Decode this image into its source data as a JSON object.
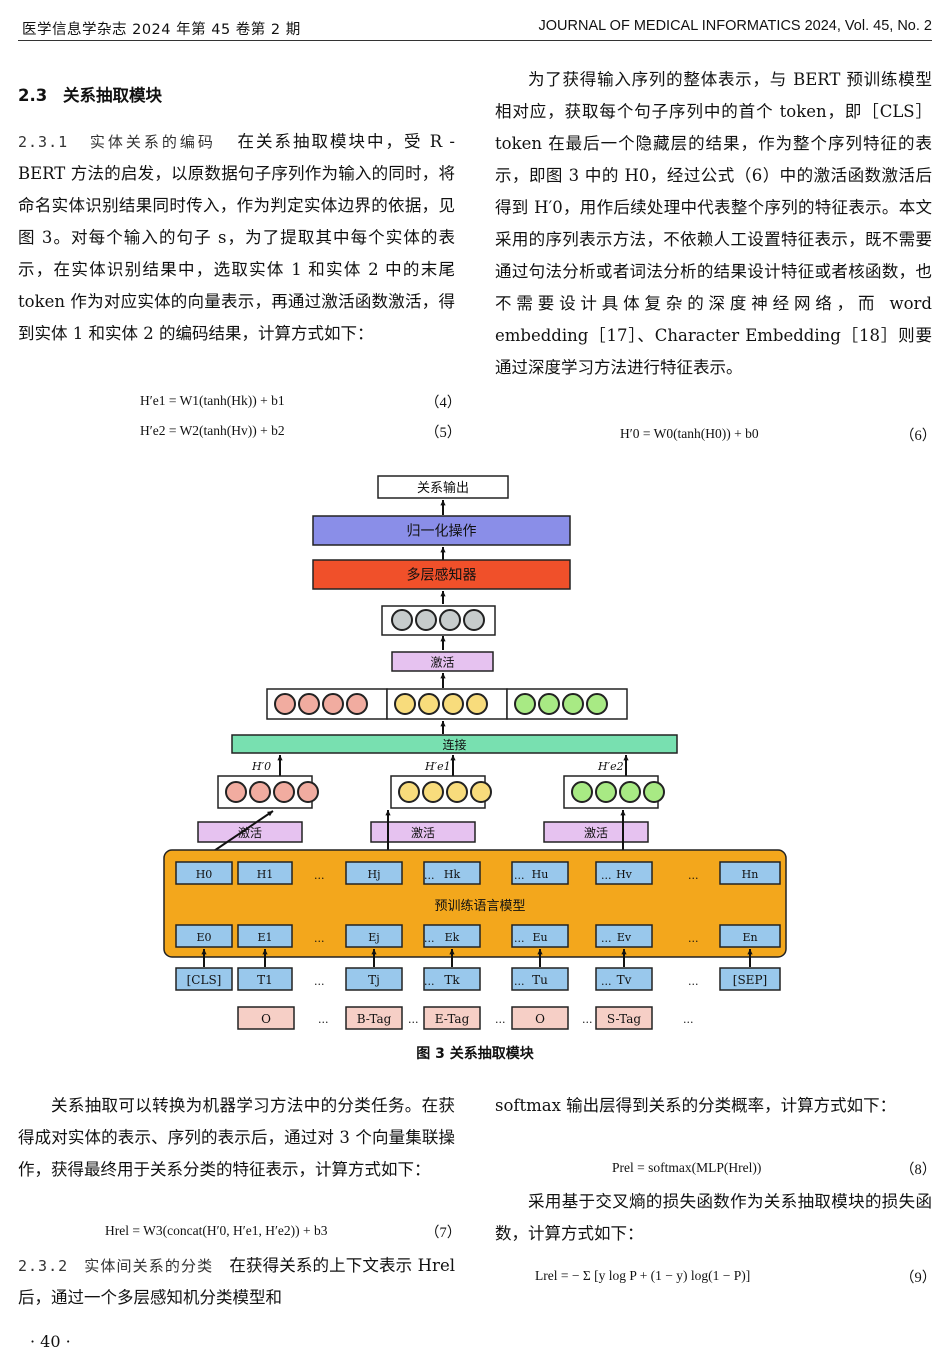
{
  "header": {
    "left": "医学信息学杂志   2024 年第 45 卷第 2 期",
    "right": "JOURNAL OF MEDICAL INFORMATICS   2024, Vol. 45, No. 2"
  },
  "section": {
    "number": "2.3",
    "title": "关系抽取模块"
  },
  "left_col": {
    "sub1_num": "2.3.1",
    "sub1_title": "实体关系的编码",
    "sub1_text": "在关系抽取模块中，受 R - BERT 方法的启发，以原数据句子序列作为输入的同时，将命名实体识别结果同时传入，作为判定实体边界的依据，见图 3。对每个输入的句子 s，为了提取其中每个实体的表示，在实体识别结果中，选取实体 1 和实体 2 中的末尾 token 作为对应实体的向量表示，再通过激活函数激活，得到实体 1 和实体 2 的编码结果，计算方式如下：",
    "eq4": "H′e1 = W1(tanh(Hk)) + b1",
    "eq4_num": "（4）",
    "eq5": "H′e2 = W2(tanh(Hv)) + b2",
    "eq5_num": "（5）"
  },
  "right_col": {
    "text": "为了获得输入序列的整体表示，与 BERT 预训练模型相对应，获取每个句子序列中的首个 token，即［CLS］token 在最后一个隐藏层的结果，作为整个序列特征的表示，即图 3 中的 H0，经过公式（6）中的激活函数激活后得到 H′0，用作后续处理中代表整个序列的特征表示。本文采用的序列表示方法，不依赖人工设置特征表示，既不需要通过句法分析或者词法分析的结果设计特征或者核函数，也不需要设计具体复杂的深度神经网络，而 word embedding［17］、Character Embedding［18］则要通过深度学习方法进行特征表示。",
    "eq6": "H′0 = W0(tanh(H0)) + b0",
    "eq6_num": "（6）"
  },
  "figure": {
    "caption": "图 3   关系抽取模块",
    "output": "关系输出",
    "normalize": "归一化操作",
    "mlp": "多层感知器",
    "activate": "激活",
    "concat": "连接",
    "plm": "预训练语言模型",
    "h_labels": [
      "H0",
      "H1",
      "Hj",
      "Hk",
      "Hu",
      "Hv",
      "Hn"
    ],
    "e_labels": [
      "E0",
      "E1",
      "Ej",
      "Ek",
      "Eu",
      "Ev",
      "En"
    ],
    "t_labels": [
      "[CLS]",
      "T1",
      "Tj",
      "Tk",
      "Tu",
      "Tv",
      "[SEP]"
    ],
    "tags": [
      "O",
      "B-Tag",
      "E-Tag",
      "O",
      "S-Tag"
    ],
    "ellipsis": "...",
    "hp_labels": [
      "H′0",
      "H′e1",
      "H′e2"
    ],
    "colors": {
      "output": "#ffffff",
      "normalize": "#8a8ee8",
      "mlp": "#f0502a",
      "activate": "#e6c2f0",
      "concat": "#78e0b0",
      "plm": "#f3a71c",
      "token": "#99c8ec",
      "tag": "#f6cfc6",
      "circle_red": "#f1aca0",
      "circle_yellow": "#f8dc7c",
      "circle_green": "#a8ea84",
      "circle_gray": "#c7cccc"
    }
  },
  "bottom_left": {
    "p1": "关系抽取可以转换为机器学习方法中的分类任务。在获得成对实体的表示、序列的表示后，通过对 3 个向量集联操作，获得最终用于关系分类的特征表示，计算方式如下：",
    "eq7": "Hrel = W3(concat(H′0, H′e1, H′e2)) + b3",
    "eq7_num": "（7）",
    "sub2_num": "2.3.2",
    "sub2_title": "实体间关系的分类",
    "sub2_text": "在获得关系的上下文表示 Hrel 后，通过一个多层感知机分类模型和"
  },
  "bottom_right": {
    "p1": "softmax 输出层得到关系的分类概率，计算方式如下：",
    "eq8": "Prel = softmax(MLP(Hrel))",
    "eq8_num": "（8）",
    "p2": "采用基于交叉熵的损失函数作为关系抽取模块的损失函数，计算方式如下：",
    "eq9": "Lrel = − Σ [y log P + (1 − y) log(1 − P)]",
    "eq9_num": "（9）"
  },
  "page_number": "· 40 ·"
}
